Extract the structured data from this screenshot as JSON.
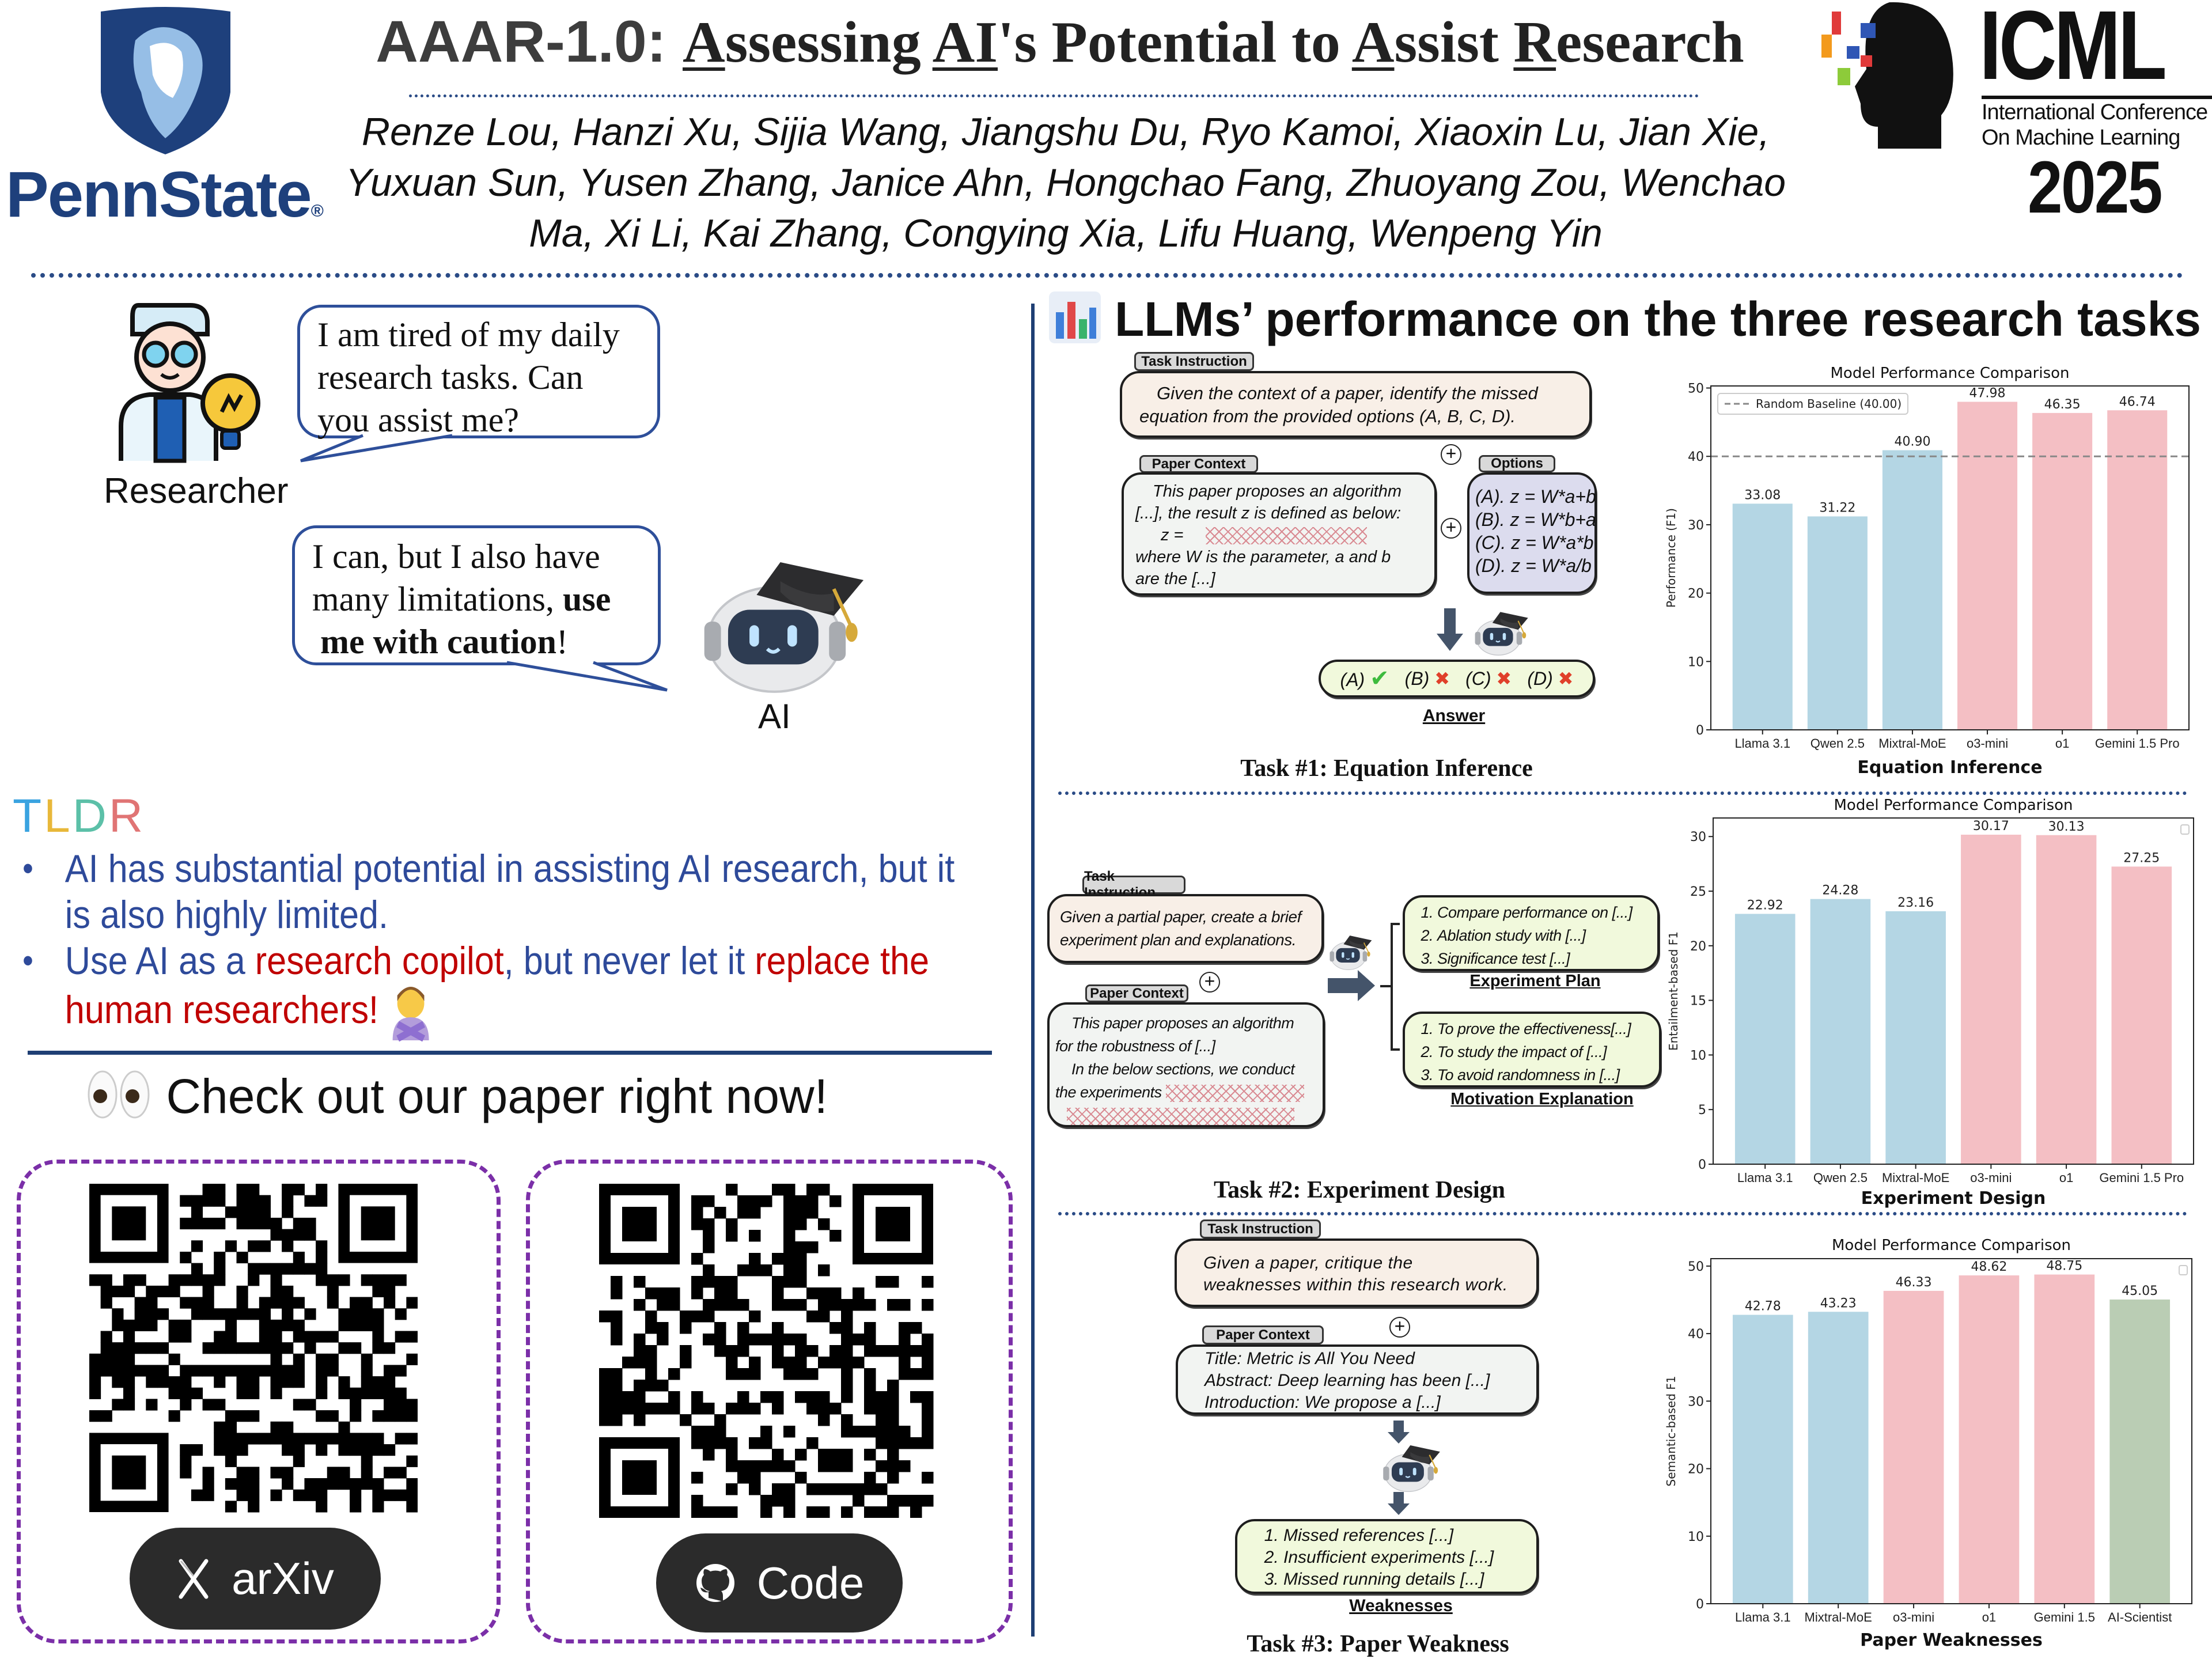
{
  "header": {
    "title_prefix": "AAAR-1.0:",
    "title_words": [
      {
        "u": "A",
        "rest": "ssessing "
      },
      {
        "u": "AI",
        "rest": "'s Potential to "
      },
      {
        "u": "A",
        "rest": "ssist "
      },
      {
        "u": "R",
        "rest": "esearch"
      }
    ],
    "authors": [
      "Renze Lou, Hanzi Xu, Sijia Wang, Jiangshu Du, Ryo Kamoi, Xiaoxin Lu, Jian Xie,",
      "Yuxuan Sun, Yusen Zhang, Janice Ahn, Hongchao Fang, Zhuoyang Zou, Wenchao",
      "Ma, Xi Li, Kai Zhang, Congying Xia, Lifu Huang, Wenpeng Yin"
    ],
    "left_logo": {
      "text": "PennState",
      "mark": "®",
      "color": "#1e407c"
    },
    "right_logo": {
      "name": "ICML",
      "line1": "International Conference",
      "line2": "On Machine Learning",
      "year": "2025"
    }
  },
  "dialogue": {
    "researcher_label": "Researcher",
    "researcher_lines": [
      "I am tired of my daily",
      "research tasks. Can",
      "you assist me?"
    ],
    "ai_label": "AI",
    "ai_line1": "I can, but I also have",
    "ai_line2_plain": "many limitations, ",
    "ai_line2_bold": "use",
    "ai_line3_bold": "me with caution",
    "ai_line3_end": "!"
  },
  "tldr": {
    "heading_letters": [
      {
        "ch": "T",
        "color": "#3aa3e0"
      },
      {
        "ch": "L",
        "color": "#e8b83a"
      },
      {
        "ch": "D",
        "color": "#5cc0a8"
      },
      {
        "ch": "R",
        "color": "#e07474"
      }
    ],
    "bullet1": "AI has substantial potential in assisting AI research, but it is also highly limited.",
    "bullet2": {
      "a": "Use AI as a ",
      "b": "research copilot",
      "c": ", but never let it ",
      "d": "replace the human researchers!"
    },
    "text_color": "#2e4a9a",
    "accent_color": "#c00000"
  },
  "links": {
    "heading": "Check out our paper right now!",
    "arxiv_label": "arXiv",
    "code_label": "Code"
  },
  "right": {
    "heading": "LLMs’ performance on the three research tasks",
    "task1": {
      "instruction_tab": "Task Instruction",
      "instruction": "Given the context of a paper, identify the missed equation from the provided options (A, B, C, D).",
      "context_tab": "Paper Context",
      "context_l1": "This paper proposes an algorithm",
      "context_l2": "[...], the result z is defined as below:",
      "context_l3": "z =",
      "context_l4": "where W is the parameter, a and b",
      "context_l5": "are the [...]",
      "options_tab": "Options",
      "options": [
        "(A). z = W*a+b",
        "(B). z = W*b+a",
        "(C). z = W*a*b",
        "(D). z = W*a/b"
      ],
      "answers": [
        {
          "label": "(A)",
          "mark": "✔",
          "correct": true
        },
        {
          "label": "(B)",
          "mark": "✖",
          "correct": false
        },
        {
          "label": "(C)",
          "mark": "✖",
          "correct": false
        },
        {
          "label": "(D)",
          "mark": "✖",
          "correct": false
        }
      ],
      "answer_label": "Answer",
      "caption": "Task #1: Equation Inference"
    },
    "task2": {
      "instruction_tab": "Task Instruction",
      "instruction": "Given a partial paper, create a brief experiment plan and explanations.",
      "context_tab": "Paper Context",
      "context_l1": "This paper proposes an algorithm",
      "context_l2": "for the robustness of  [...]",
      "context_l3": "In the below sections, we conduct",
      "context_l4": "the experiments",
      "plan": [
        "Compare performance on [...]",
        "Ablation study with [...]",
        "Significance test [...]"
      ],
      "plan_label": "Experiment Plan",
      "motivation": [
        "To prove the effectiveness[...]",
        "To study the impact of [...]",
        "To avoid randomness in [...]"
      ],
      "motivation_label": "Motivation Explanation",
      "caption": "Task #2: Experiment Design"
    },
    "task3": {
      "instruction_tab": "Task Instruction",
      "instruction": "Given a paper, critique the weaknesses within this research work.",
      "context_tab": "Paper Context",
      "context": [
        "Title: Metric is All You Need",
        "Abstract: Deep learning has been [...]",
        "Introduction: We propose a [...]"
      ],
      "weaknesses": [
        "Missed references [...]",
        "Insufficient experiments [...]",
        "Missed running details [...]"
      ],
      "weakness_label": "Weaknesses",
      "caption": "Task #3: Paper Weakness"
    }
  },
  "chart_data": [
    {
      "type": "bar",
      "title": "Model Performance Comparison",
      "xlabel": "Equation Inference",
      "ylabel": "Performance (F1)",
      "categories": [
        "Llama 3.1",
        "Qwen 2.5",
        "Mixtral-MoE",
        "o3-mini",
        "o1",
        "Gemini 1.5 Pro"
      ],
      "values": [
        33.08,
        31.22,
        40.9,
        47.98,
        46.35,
        46.74
      ],
      "value_labels": [
        "33.08",
        "31.22",
        "40.90",
        "47.98",
        "46.35",
        "46.74"
      ],
      "colors": [
        "#b4d6e4",
        "#b4d6e4",
        "#b4d6e4",
        "#f4bfc4",
        "#f4bfc4",
        "#f4bfc4"
      ],
      "ylim": [
        0,
        50.3
      ],
      "yticks": [
        0,
        10,
        20,
        30,
        40,
        50
      ],
      "ytick_labels": [
        "0",
        "10",
        "20",
        "30",
        "40",
        "50"
      ],
      "baseline": {
        "value": 40.0,
        "label": "Random Baseline (40.00)"
      },
      "legend": "top-left",
      "grid": false
    },
    {
      "type": "bar",
      "title": "Model Performance Comparison",
      "xlabel": "Experiment Design",
      "ylabel": "Entailment-based F1",
      "categories": [
        "Llama 3.1",
        "Qwen 2.5",
        "Mixtral-MoE",
        "o3-mini",
        "o1",
        "Gemini 1.5 Pro"
      ],
      "values": [
        22.92,
        24.28,
        23.16,
        30.17,
        30.13,
        27.25
      ],
      "value_labels": [
        "22.92",
        "24.28",
        "23.16",
        "30.17",
        "30.13",
        "27.25"
      ],
      "colors": [
        "#b4d6e4",
        "#b4d6e4",
        "#b4d6e4",
        "#f4bfc4",
        "#f4bfc4",
        "#f4bfc4"
      ],
      "ylim": [
        0,
        31.7
      ],
      "yticks": [
        0,
        5,
        10,
        15,
        20,
        25,
        30
      ],
      "ytick_labels": [
        "0",
        "5",
        "10",
        "15",
        "20",
        "25",
        "30"
      ],
      "legend": "top-right",
      "grid": false
    },
    {
      "type": "bar",
      "title": "Model Performance Comparison",
      "xlabel": "Paper Weaknesses",
      "ylabel": "Semantic-based F1",
      "categories": [
        "Llama 3.1",
        "Mixtral-MoE",
        "o3-mini",
        "o1",
        "Gemini 1.5",
        "AI-Scientist"
      ],
      "values": [
        42.78,
        43.23,
        46.33,
        48.62,
        48.75,
        45.05
      ],
      "value_labels": [
        "42.78",
        "43.23",
        "46.33",
        "48.62",
        "48.75",
        "45.05"
      ],
      "colors": [
        "#b4d6e4",
        "#b4d6e4",
        "#f4bfc4",
        "#f4bfc4",
        "#f4bfc4",
        "#bacdb4"
      ],
      "ylim": [
        0,
        51.1
      ],
      "yticks": [
        0,
        10,
        20,
        30,
        40,
        50
      ],
      "ytick_labels": [
        "0",
        "10",
        "20",
        "30",
        "40",
        "50"
      ],
      "legend": "top-right",
      "grid": false
    }
  ]
}
